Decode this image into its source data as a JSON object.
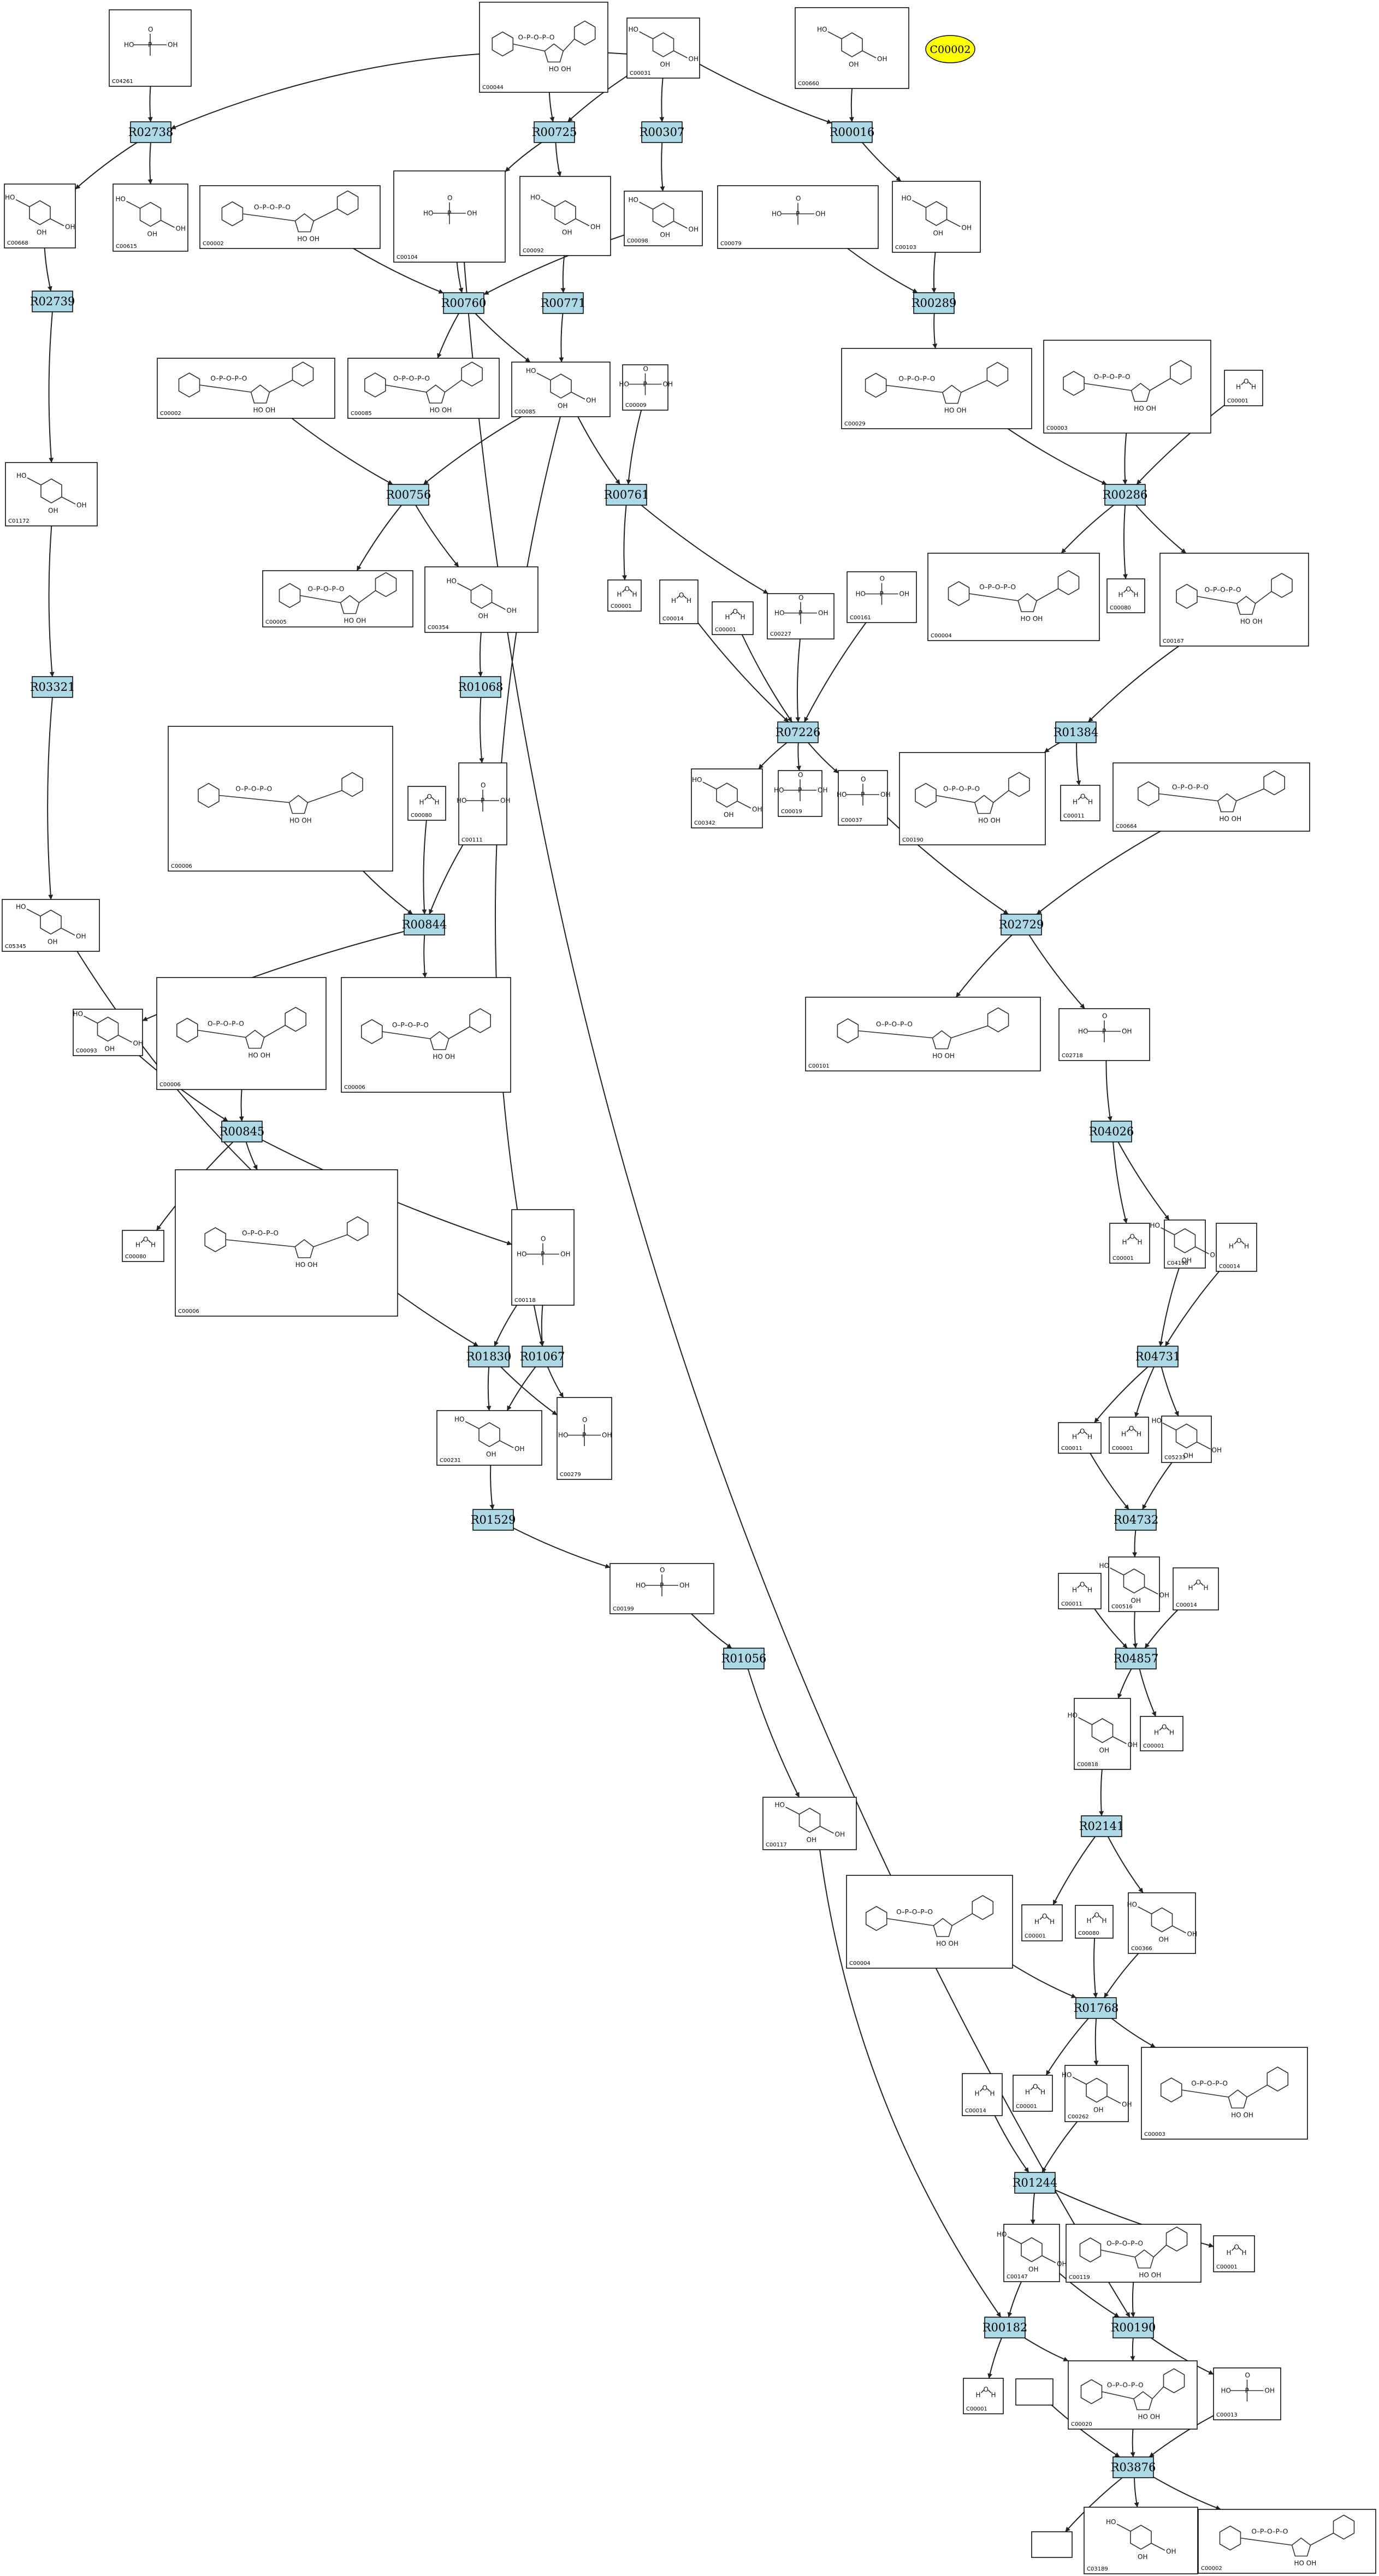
{
  "highlight": {
    "label": "C00002",
    "color": "#ffff00"
  },
  "colors": {
    "reaction_fill": "#add8e6",
    "reaction_stroke": "#000000",
    "edge": "#222222"
  },
  "reactions": [
    {
      "id": "r1",
      "label": "R02738"
    },
    {
      "id": "r2",
      "label": "R00725"
    },
    {
      "id": "r3",
      "label": "R00307"
    },
    {
      "id": "r4",
      "label": "R00016"
    },
    {
      "id": "r5",
      "label": "R02739"
    },
    {
      "id": "r6",
      "label": "R00760"
    },
    {
      "id": "r7",
      "label": "R00771"
    },
    {
      "id": "r8",
      "label": "R00289"
    },
    {
      "id": "r9",
      "label": "R00756"
    },
    {
      "id": "r10",
      "label": "R00761"
    },
    {
      "id": "r11",
      "label": "R00286"
    },
    {
      "id": "r12",
      "label": "R03321"
    },
    {
      "id": "r13",
      "label": "R01068"
    },
    {
      "id": "r14",
      "label": "R07226"
    },
    {
      "id": "r15",
      "label": "R01384"
    },
    {
      "id": "r16",
      "label": "R00844"
    },
    {
      "id": "r17",
      "label": "R02729"
    },
    {
      "id": "r18",
      "label": "R00845"
    },
    {
      "id": "r19",
      "label": "R04026"
    },
    {
      "id": "r20",
      "label": "R01830"
    },
    {
      "id": "r21",
      "label": "R01067"
    },
    {
      "id": "r22",
      "label": "R04731"
    },
    {
      "id": "r23",
      "label": "R01529"
    },
    {
      "id": "r24",
      "label": "R04732"
    },
    {
      "id": "r25",
      "label": "R01056"
    },
    {
      "id": "r26",
      "label": "R04857"
    },
    {
      "id": "r27",
      "label": "R02141"
    },
    {
      "id": "r28",
      "label": "R01768"
    },
    {
      "id": "r29",
      "label": "R01244"
    },
    {
      "id": "r30",
      "label": "R00182"
    },
    {
      "id": "r31",
      "label": "R00190"
    },
    {
      "id": "r32",
      "label": "R03876"
    }
  ],
  "compounds": [
    {
      "id": "c1",
      "label": "C04261"
    },
    {
      "id": "c2",
      "label": "C00044"
    },
    {
      "id": "c3",
      "label": "C00031"
    },
    {
      "id": "c4",
      "label": "C00660"
    },
    {
      "id": "c5",
      "label": "C00668"
    },
    {
      "id": "c6",
      "label": "C00615"
    },
    {
      "id": "c7",
      "label": "C00002"
    },
    {
      "id": "c8",
      "label": "C00104"
    },
    {
      "id": "c9",
      "label": "C00092"
    },
    {
      "id": "c10",
      "label": "C00098"
    },
    {
      "id": "c11",
      "label": "C00079"
    },
    {
      "id": "c12",
      "label": "C00103"
    },
    {
      "id": "c13",
      "label": "C01172"
    },
    {
      "id": "c14",
      "label": "C00002"
    },
    {
      "id": "c15",
      "label": "C00085"
    },
    {
      "id": "c16",
      "label": "C00085"
    },
    {
      "id": "c17",
      "label": "C00009"
    },
    {
      "id": "c18",
      "label": "C00029"
    },
    {
      "id": "c19",
      "label": "C00003"
    },
    {
      "id": "c20",
      "label": "C00001"
    },
    {
      "id": "c21",
      "label": "C00005"
    },
    {
      "id": "c22",
      "label": "C00354"
    },
    {
      "id": "c23",
      "label": "C00001"
    },
    {
      "id": "c24",
      "label": "C00014"
    },
    {
      "id": "c25",
      "label": "C00001"
    },
    {
      "id": "c26",
      "label": "C00227"
    },
    {
      "id": "c27",
      "label": "C00161"
    },
    {
      "id": "c28",
      "label": "C00004"
    },
    {
      "id": "c29",
      "label": "C00080"
    },
    {
      "id": "c30",
      "label": "C00167"
    },
    {
      "id": "c31",
      "label": "C00006"
    },
    {
      "id": "c32",
      "label": "C00080"
    },
    {
      "id": "c33",
      "label": "C00111"
    },
    {
      "id": "c34",
      "label": "C00342"
    },
    {
      "id": "c35",
      "label": "C00019"
    },
    {
      "id": "c36",
      "label": "C00037"
    },
    {
      "id": "c37",
      "label": "C00190"
    },
    {
      "id": "c38",
      "label": "C00011"
    },
    {
      "id": "c39",
      "label": "C00664"
    },
    {
      "id": "c40",
      "label": "C05345"
    },
    {
      "id": "c41",
      "label": "C00093"
    },
    {
      "id": "c42",
      "label": "C00006"
    },
    {
      "id": "c43",
      "label": "C00006"
    },
    {
      "id": "c44",
      "label": "C00101"
    },
    {
      "id": "c45",
      "label": "C02718"
    },
    {
      "id": "c46",
      "label": "C00080"
    },
    {
      "id": "c47",
      "label": "C00006"
    },
    {
      "id": "c48",
      "label": "C00118"
    },
    {
      "id": "c49",
      "label": "C00001"
    },
    {
      "id": "c50",
      "label": "C04198"
    },
    {
      "id": "c51",
      "label": "C00014"
    },
    {
      "id": "c52",
      "label": "C00231"
    },
    {
      "id": "c53",
      "label": "C00279"
    },
    {
      "id": "c54",
      "label": "C00011"
    },
    {
      "id": "c55",
      "label": "C00001"
    },
    {
      "id": "c56",
      "label": "C05233"
    },
    {
      "id": "c57",
      "label": "C00199"
    },
    {
      "id": "c58",
      "label": "C00011"
    },
    {
      "id": "c59",
      "label": "C00516"
    },
    {
      "id": "c60",
      "label": "C00014"
    },
    {
      "id": "c61",
      "label": "C00818"
    },
    {
      "id": "c62",
      "label": "C00001"
    },
    {
      "id": "c63",
      "label": "C00117"
    },
    {
      "id": "c64",
      "label": "C00004"
    },
    {
      "id": "c65",
      "label": "C00080"
    },
    {
      "id": "c66",
      "label": "C00001"
    },
    {
      "id": "c67",
      "label": "C00366"
    },
    {
      "id": "c68",
      "label": "C00014"
    },
    {
      "id": "c69",
      "label": "C00001"
    },
    {
      "id": "c70",
      "label": "C00262"
    },
    {
      "id": "c71",
      "label": "C00003"
    },
    {
      "id": "c72",
      "label": "C00147"
    },
    {
      "id": "c73",
      "label": "C00119"
    },
    {
      "id": "c74",
      "label": "C00001"
    },
    {
      "id": "c75",
      "label": "C00001"
    },
    {
      "id": "c76",
      "label": "C00020"
    },
    {
      "id": "c77",
      "label": "C00013"
    },
    {
      "id": "c78",
      "label": ""
    },
    {
      "id": "c79",
      "label": ""
    },
    {
      "id": "c80",
      "label": "C03189"
    },
    {
      "id": "c81",
      "label": "C00002"
    }
  ]
}
